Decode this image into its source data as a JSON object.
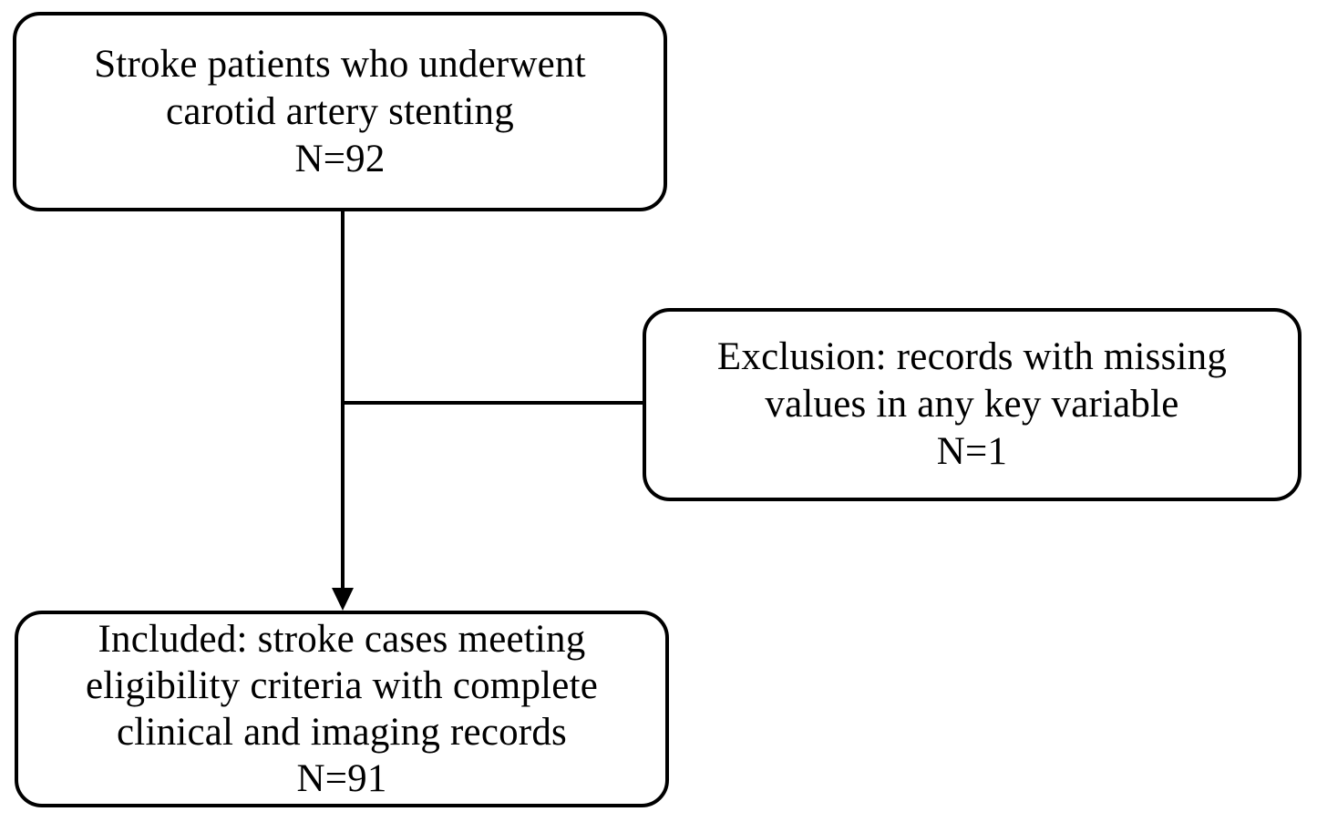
{
  "figure": {
    "type": "flowchart",
    "background_color": "#ffffff",
    "stroke_color": "#000000",
    "text_color": "#000000"
  },
  "flowchart": {
    "boxes": [
      {
        "name": "initial-population",
        "text": "Stroke patients who underwent\ncarotid artery stenting\nN=92"
      },
      {
        "name": "exclusion",
        "text": "Exclusion: records with missing\nvalues in any key variable\nN=1"
      },
      {
        "name": "included",
        "text": "Included: stroke cases meeting\neligibility criteria with complete\nclinical and imaging records\nN=91"
      }
    ],
    "connectors": [
      {
        "name": "vertical-arrow",
        "from": "initial-population",
        "to": "included",
        "arrowhead": "down"
      },
      {
        "name": "horizontal-branch",
        "from": "vertical-arrow",
        "to": "exclusion",
        "arrowhead": "none"
      }
    ]
  }
}
